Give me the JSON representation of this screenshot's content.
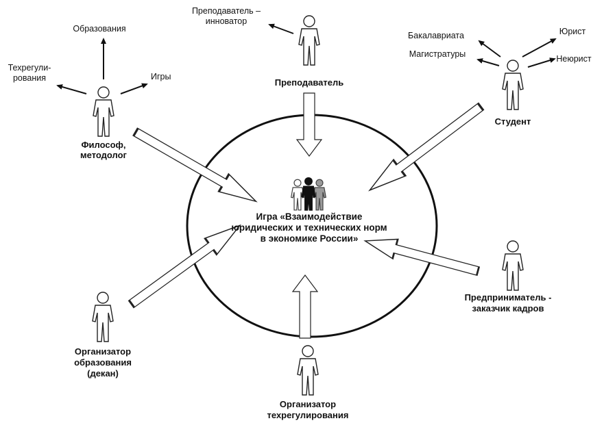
{
  "center": {
    "lines": [
      "Игра «Взаимодействие",
      "юридических и технических норм",
      "в экономике России»"
    ]
  },
  "actors": {
    "philosopher": {
      "lines": [
        "Философ,",
        "методолог"
      ]
    },
    "teacher": {
      "lines": [
        "Преподаватель"
      ]
    },
    "student": {
      "lines": [
        "Студент"
      ]
    },
    "entrepreneur": {
      "lines": [
        "Предприниматель -",
        "заказчик кадров"
      ]
    },
    "regulation_organizer": {
      "lines": [
        "Организатор",
        "техрегулирования"
      ]
    },
    "education_organizer": {
      "lines": [
        "Организатор",
        "образования",
        "(декан)"
      ]
    }
  },
  "outputs": {
    "philosopher": [
      {
        "lines": [
          "Образования"
        ]
      },
      {
        "lines": [
          "Техрегули-",
          "рования"
        ]
      },
      {
        "lines": [
          "Игры"
        ]
      }
    ],
    "teacher": [
      {
        "lines": [
          "Преподаватель –",
          "инноватор"
        ]
      }
    ],
    "student": [
      {
        "lines": [
          "Бакалавриата"
        ]
      },
      {
        "lines": [
          "Магистратуры"
        ]
      },
      {
        "lines": [
          "Юрист"
        ]
      },
      {
        "lines": [
          "Неюрист"
        ]
      }
    ]
  }
}
